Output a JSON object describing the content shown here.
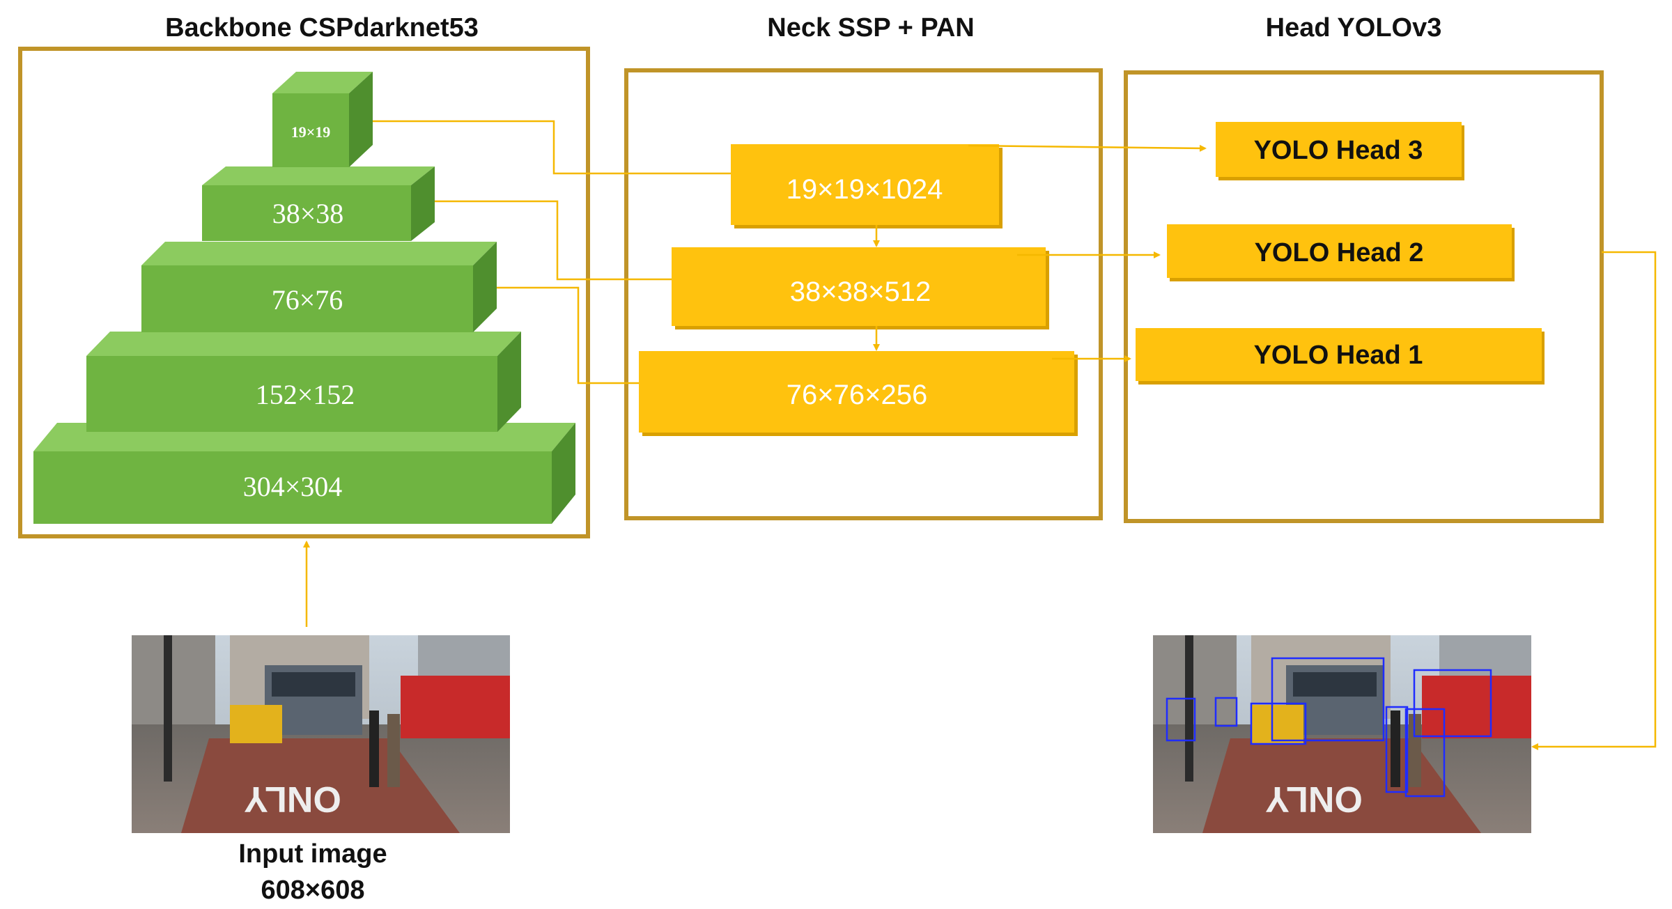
{
  "colors": {
    "frame": "#c09428",
    "cube_front": "#6fb441",
    "cube_top": "#8ccb5f",
    "cube_side": "#4f8f2e",
    "box_fill": "#ffc20e",
    "box_shadow": "#d9a000",
    "arrow": "#f5b800"
  },
  "sections": {
    "backbone_title": "Backbone CSPdarknet53",
    "neck_title": "Neck SSP + PAN",
    "head_title": "Head YOLOv3"
  },
  "backbone": {
    "levels": [
      {
        "label": "19×19"
      },
      {
        "label": "38×38"
      },
      {
        "label": "76×76"
      },
      {
        "label": "152×152"
      },
      {
        "label": "304×304"
      }
    ]
  },
  "neck": {
    "boxes": [
      {
        "label": "19×19×1024"
      },
      {
        "label": "38×38×512"
      },
      {
        "label": "76×76×256"
      }
    ]
  },
  "head": {
    "boxes": [
      {
        "label": "YOLO Head 3"
      },
      {
        "label": "YOLO Head 2"
      },
      {
        "label": "YOLO Head 1"
      }
    ]
  },
  "input": {
    "label_line1": "Input image",
    "label_line2": "608×608"
  },
  "images": {
    "input_photo": "street-scene-photo",
    "output_photo": "street-scene-with-detections-photo"
  }
}
